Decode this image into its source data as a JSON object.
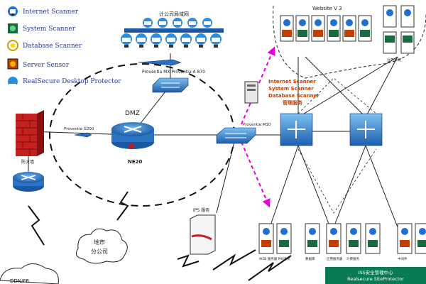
{
  "legend": {
    "items": [
      {
        "icon": "internet-scanner-icon",
        "label": "Internet Scanner"
      },
      {
        "icon": "system-scanner-icon",
        "label": "System Scanner"
      },
      {
        "icon": "database-scanner-icon",
        "label": "Database Scanner"
      },
      {
        "icon": "server-sensor-icon",
        "label": "Server Sensor"
      },
      {
        "icon": "realsecure-desktop-protector-icon",
        "label": "RealSecure Desktop Protector"
      }
    ]
  },
  "top_group": {
    "label": "计公司局域网"
  },
  "proventia_top": {
    "label": "Proventia MX Proventia A 870"
  },
  "dmz": {
    "label": "DMZ"
  },
  "core_router": {
    "label": "NE20"
  },
  "proventia_left": {
    "label": "Proventia G200"
  },
  "firewall": {
    "label": "防火墙"
  },
  "proventia_right": {
    "label": "Proventia M10"
  },
  "console_popup": {
    "lines": [
      "Internet Scanner",
      "System Scanner",
      "Database Scanner",
      "管理服务"
    ]
  },
  "website_cluster": {
    "label": "Website V 3"
  },
  "right_cluster": {
    "label": "业务系统"
  },
  "ids_server": {
    "label": "IPS 服务"
  },
  "branch": {
    "line1": "地市",
    "line2": "分公司"
  },
  "wan": {
    "label": "DDN/FR"
  },
  "bottom_servers": [
    {
      "label": "WEB 服务器 MIS系统"
    },
    {
      "label": "数据库"
    },
    {
      "label": "应用服务器"
    },
    {
      "label": "计费服务"
    },
    {
      "label": "中间件"
    }
  ],
  "center_box": {
    "line1": "ISS安全管理中心",
    "line2": "Realsecure SiteProtector"
  },
  "colors": {
    "magenta": "#e800e0",
    "teal": "#0a7a55",
    "node_blue": "#1a58a6",
    "orange": "#c04000"
  }
}
